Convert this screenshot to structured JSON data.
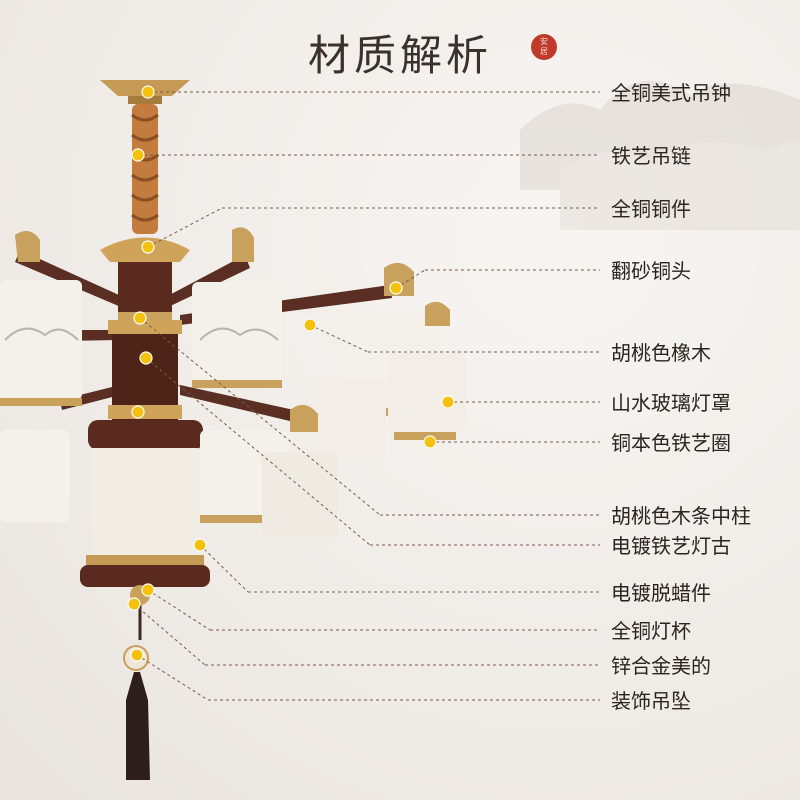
{
  "title": "材质解析",
  "seal_text": "安居",
  "colors": {
    "brass": "#c8a15c",
    "walnut": "#5a2e22",
    "dot": "#f4c20d",
    "leader": "#7a5a4a"
  },
  "labels": [
    {
      "text": "全铜美式吊钟"
    },
    {
      "text": "铁艺吊链"
    },
    {
      "text": "全铜铜件"
    },
    {
      "text": "翻砂铜头"
    },
    {
      "text": "胡桃色橡木"
    },
    {
      "text": "山水玻璃灯罩"
    },
    {
      "text": "铜本色铁艺圈"
    },
    {
      "text": "胡桃色木条中柱"
    },
    {
      "text": "电镀铁艺灯古"
    },
    {
      "text": "电镀脱蜡件"
    },
    {
      "text": "全铜灯杯"
    },
    {
      "text": "锌合金美的"
    },
    {
      "text": "装饰吊坠"
    }
  ]
}
